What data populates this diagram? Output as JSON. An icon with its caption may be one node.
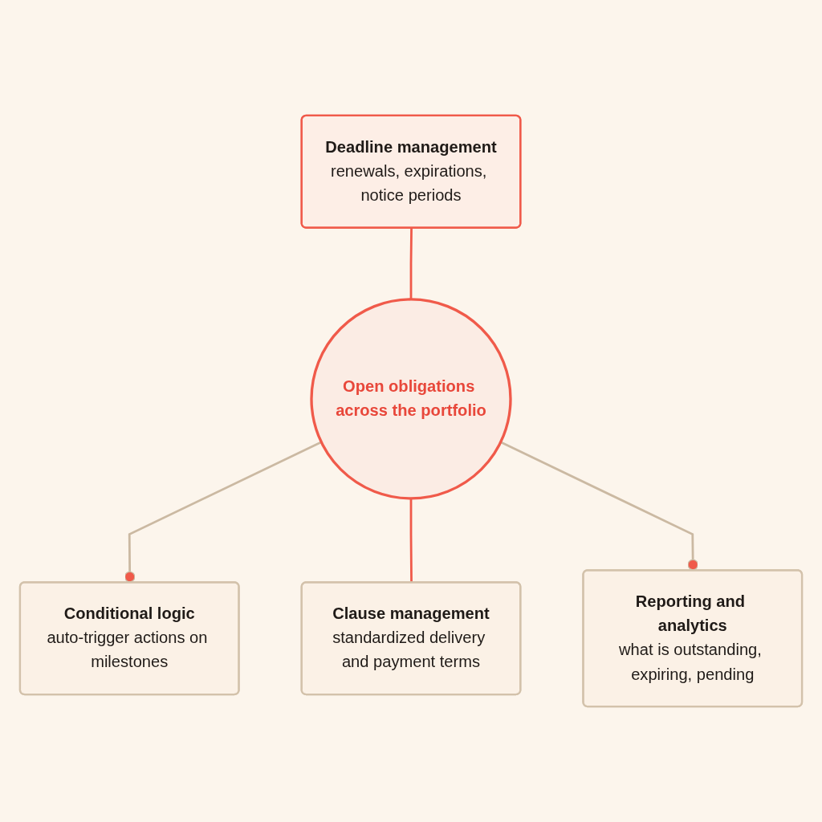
{
  "diagram": {
    "nodes": [
      {
        "text": [
          "Deadline management",
          "renewals, expirations, notice periods"
        ]
      },
      {
        "text": [
          "Conditional logic",
          "auto-trigger actions on milestones"
        ]
      },
      {
        "text": [
          "Open obligations across the portfolio"
        ]
      },
      {
        "text": [
          "Reporting and analytics",
          "what is outstanding, expiring, pending"
        ]
      },
      {
        "text": [
          "Clause management",
          "standardized delivery and payment terms"
        ]
      }
    ],
    "edges": [
      {
        "from": 0,
        "to": 2,
        "arrow": "none",
        "color": "#f05a4a"
      },
      {
        "from": 2,
        "to": 1,
        "arrow": "other",
        "color": "#cbb9a2"
      },
      {
        "from": 2,
        "to": 4,
        "arrow": "none",
        "color": "#f05a4a"
      },
      {
        "from": 2,
        "to": 3,
        "arrow": "other",
        "color": "#cbb9a2"
      }
    ]
  }
}
